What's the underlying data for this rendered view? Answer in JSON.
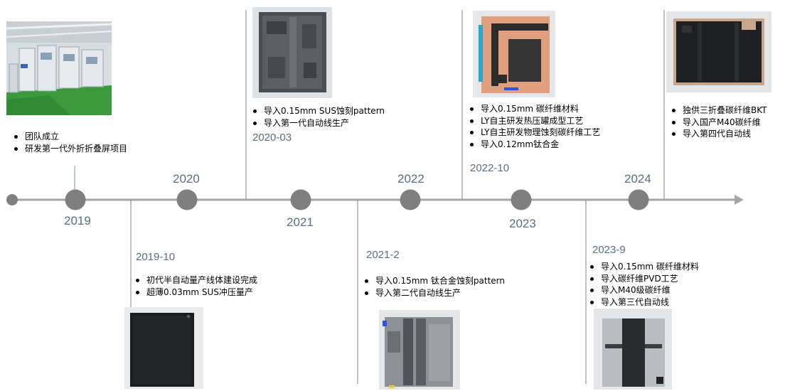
{
  "timeline": {
    "axis_color": "#a5a5a5",
    "dot_color": "#7f7f7f",
    "label_color": "#5b6e82",
    "years": [
      "2019",
      "2020",
      "2021",
      "2022",
      "2023",
      "2024"
    ],
    "dates": [
      "2019-10",
      "2020-03",
      "2021-2",
      "2022-10",
      "2023-9"
    ]
  },
  "events": {
    "e2019": [
      "团队成立",
      "研发第一代外折折叠屏项目"
    ],
    "e2019_10": [
      "初代半自动量产线体建设完成",
      "超薄0.03mm SUS冲压量产"
    ],
    "e2020_03": [
      "导入0.15mm SUS蚀刻pattern",
      "导入第一代自动线生产"
    ],
    "e2021_2": [
      "导入0.15mm 钛合金蚀刻pattern",
      "导入第二代自动线生产"
    ],
    "e2022_10": [
      "导入0.15mm 碳纤维材料",
      "LY自主研发热压罐成型工艺",
      "LY自主研发物理蚀刻碳纤维工艺",
      "导入0.12mm钛合金"
    ],
    "e2023_9": [
      "导入0.15mm 碳纤维材料",
      "导入碳纤维PVD工艺",
      "导入M40级碳纤维",
      "导入第三代自动线"
    ],
    "e2024": [
      "独供三折叠碳纤维BKT",
      "导入国产M40碳纤维",
      "导入第四代自动线"
    ]
  }
}
